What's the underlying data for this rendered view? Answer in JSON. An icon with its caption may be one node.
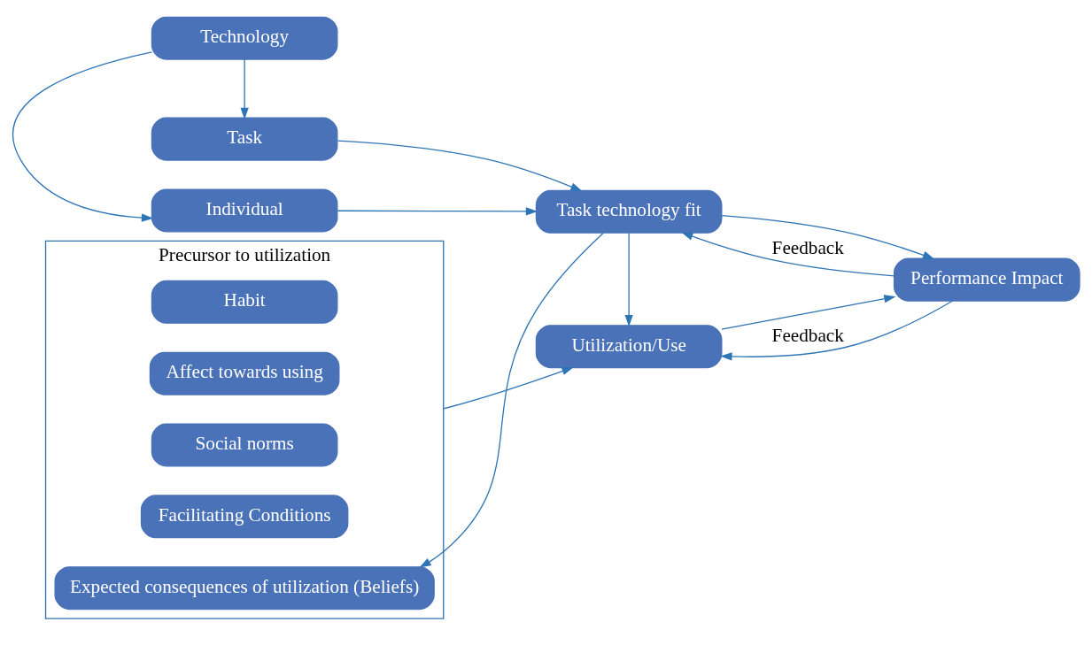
{
  "diagram": {
    "nodes": [
      {
        "text": [
          "Task"
        ]
      },
      {
        "text": [
          "Technology"
        ]
      },
      {
        "text": [
          "Individual"
        ]
      },
      {
        "text": [
          "Task technology fit"
        ]
      },
      {
        "text": [
          "Precursor to utilization"
        ]
      },
      {
        "text": [
          "Habit"
        ],
        "in": 4
      },
      {
        "text": [
          "Affect towards using"
        ],
        "in": 4
      },
      {
        "text": [
          "Social norms"
        ],
        "in": 4
      },
      {
        "text": [
          "Facilitating Conditions"
        ],
        "in": 4
      },
      {
        "text": [
          "Expected consequences of utilization (Beliefs)"
        ],
        "in": 4
      },
      {
        "text": [
          "Utilization/Use"
        ]
      },
      {
        "text": [
          "Performance Impact"
        ]
      }
    ],
    "edges": [
      {
        "from": 1,
        "to": 0,
        "arrow": "to"
      },
      {
        "from": 1,
        "to": 2,
        "arrow": "to"
      },
      {
        "from": 0,
        "to": 3,
        "arrow": "to"
      },
      {
        "from": 2,
        "to": 3,
        "arrow": "to"
      },
      {
        "from": 3,
        "to": 10,
        "arrow": "to"
      },
      {
        "from": 3,
        "to": 9,
        "arrow": "to"
      },
      {
        "from": 4,
        "to": 10,
        "arrow": "to"
      },
      {
        "from": 3,
        "to": 11,
        "arrow": "to"
      },
      {
        "from": 10,
        "to": 11,
        "arrow": "to"
      },
      {
        "from": 11,
        "to": 3,
        "arrow": "to",
        "label": "Feedback"
      },
      {
        "from": 11,
        "to": 10,
        "arrow": "to",
        "label": "Feedback"
      }
    ]
  }
}
